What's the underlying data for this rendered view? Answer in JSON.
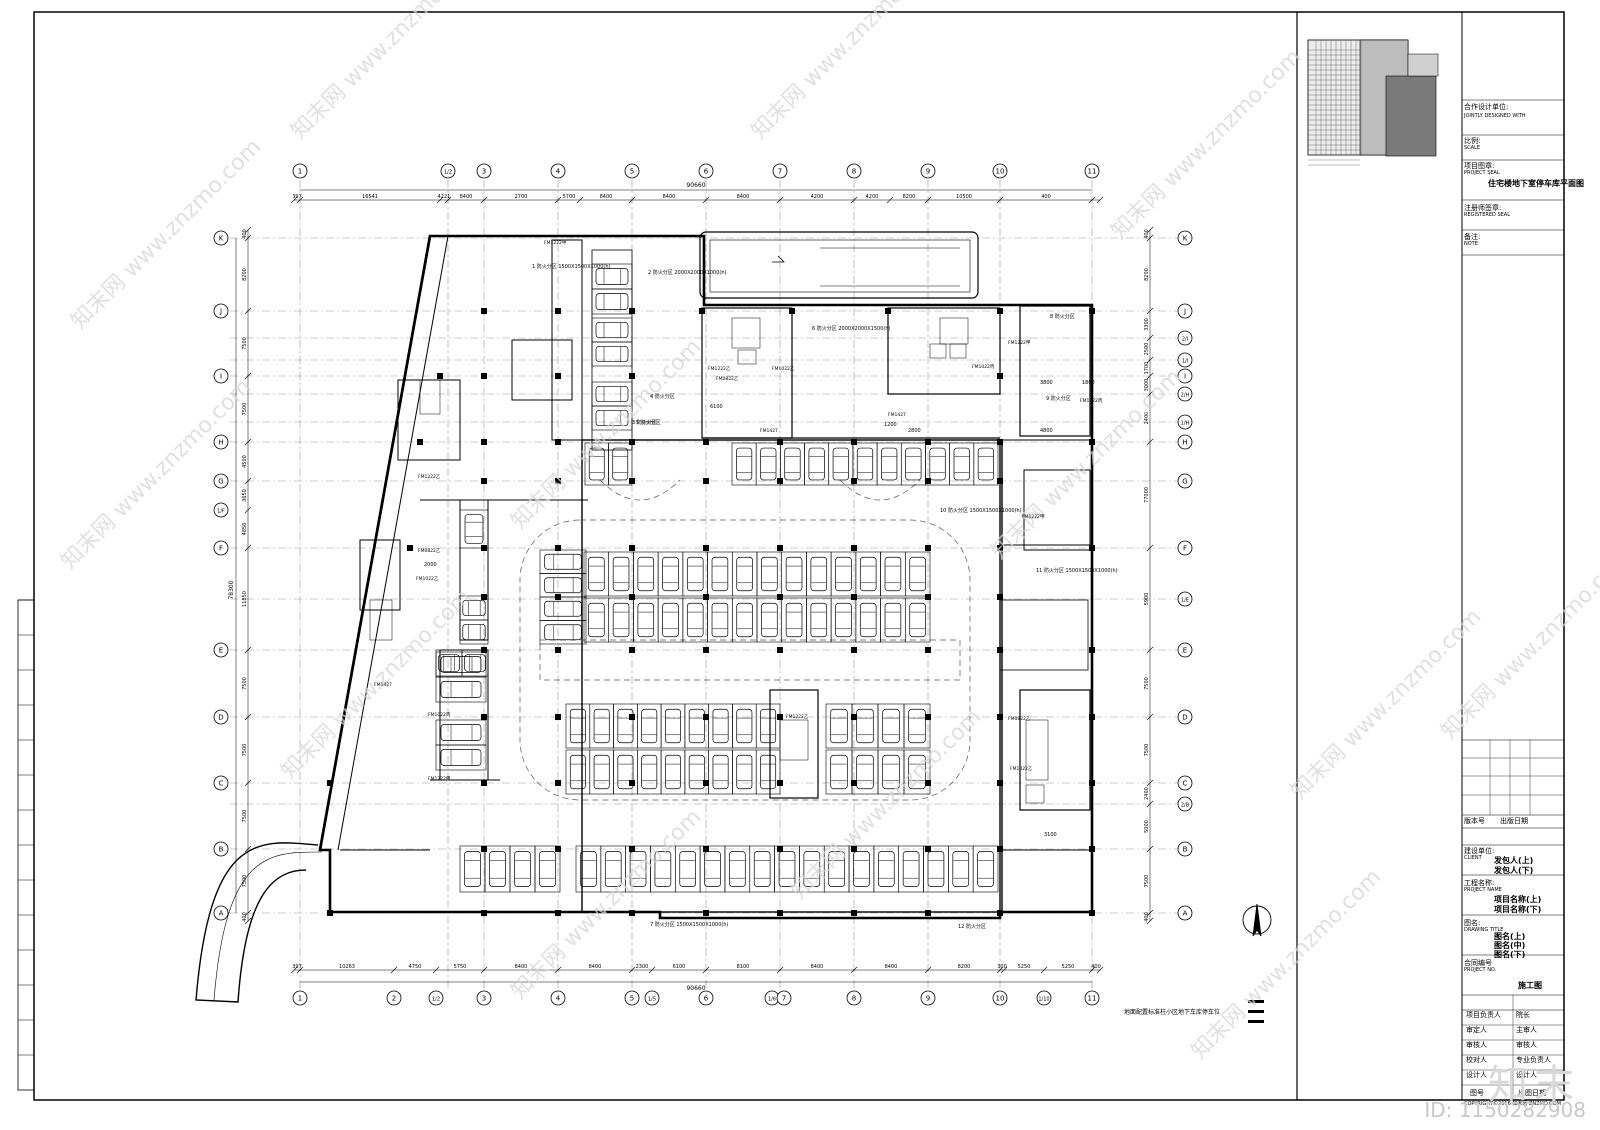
{
  "drawing": {
    "axes_top": [
      "1",
      "1/2",
      "3",
      "4",
      "5",
      "6",
      "7",
      "8",
      "9",
      "10",
      "11"
    ],
    "axes_bottom": [
      "1",
      "2",
      "1/2",
      "3",
      "4",
      "5",
      "1/5",
      "6",
      "1/6",
      "7",
      "8",
      "9",
      "10",
      "1/10",
      "11"
    ],
    "axes_left": [
      "K",
      "J",
      "I",
      "H",
      "G",
      "1/F",
      "F",
      "E",
      "D",
      "C",
      "B",
      "A"
    ],
    "axes_right": [
      "K",
      "J",
      "2/I",
      "1/I",
      "I",
      "2/H",
      "1/H",
      "H",
      "G",
      "F",
      "1/E",
      "E",
      "D",
      "C",
      "2/B",
      "B",
      "A"
    ],
    "dims_top": [
      "397",
      "16541",
      "4221",
      "8400",
      "2700",
      "5700",
      "8400",
      "8400",
      "8400",
      "4200",
      "4200",
      "8200",
      "10500",
      "400"
    ],
    "overall_top": "90660",
    "dims_bottom": [
      "397",
      "10263",
      "4750",
      "5750",
      "8400",
      "8400",
      "2300",
      "6100",
      "8100",
      "8400",
      "8400",
      "8200",
      "300",
      "5250",
      "5250",
      "400"
    ],
    "overall_bottom": "90660",
    "dims_left": [
      "400",
      "8200",
      "7500",
      "7500",
      "4500",
      "3650",
      "4850",
      "11850",
      "7500",
      "7500",
      "7500",
      "7500",
      "400"
    ],
    "overall_left": "78300",
    "dims_right": [
      "400",
      "8200",
      "3300",
      "2500",
      "1700",
      "3000",
      "2400",
      "77000",
      "5900",
      "7500",
      "7500",
      "2400",
      "5000",
      "7500",
      "400"
    ],
    "zones": [
      "1 防火分区 1500X1500X1000(h)",
      "2 防火分区 2000X2000X1000(h)",
      "3 防火分区",
      "4 防火分区",
      "5 防火分区",
      "6 防火分区 2000X2000X1500(h)",
      "7 防火分区 1500X1500X1000(h)",
      "8 防火分区",
      "9 防火分区",
      "10 防火分区 1500X1500X1000(h)",
      "11 防火分区 1500X1500X1000(h)",
      "12 防火分区"
    ],
    "doors": [
      "FM1222甲",
      "FM1222乙",
      "FM0822乙",
      "FM1022乙",
      "FM1427",
      "FM1022丙"
    ],
    "note": "地面配置标准柱小区地下车库停车位",
    "notes_extra": [
      "6100",
      "2800",
      "1200",
      "3800",
      "1800",
      "4800",
      "2000",
      "3100"
    ]
  },
  "title_block": {
    "design_unit": "合作设计单位:",
    "design_unit_en": "JOINTLY DESIGNED WITH",
    "scale_label": "比例:",
    "scale_en": "SCALE",
    "seal_label": "项目图章:",
    "seal_en": "PROJECT SEAL",
    "project_title": "住宅楼地下室停车库平面图",
    "reg_label": "注册师签章:",
    "reg_en": "REGISTERED SEAL",
    "remark_label": "备注:",
    "remark_en": "NOTE",
    "rev_label": "版本号",
    "rev_date": "出版日期",
    "owner_label": "建设单位:",
    "owner_en": "CLIENT",
    "owner_value": "发包人(上)\n发包人(下)",
    "project_label": "工程名称:",
    "project_en": "PROJECT NAME",
    "project_value": "项目名称(上)\n项目名称(下)",
    "drawing_label": "图名:",
    "drawing_en": "DRAWING TITLE",
    "drawing_value": "图名(上)\n图名(中)\n图名(下)",
    "contract_label": "合同编号",
    "contract_en": "PROJECT NO.",
    "roles": [
      "项目负责人",
      "审定人",
      "审核人",
      "校对人",
      "设计人"
    ],
    "roles_right": [
      "院长",
      "主审人",
      "审核人",
      "专业负责人",
      "设计人"
    ],
    "drawing_no": "出图日期",
    "sheet_no": "图号",
    "stage": "施工图",
    "copyright": "COPYRIGHT©2016 知末网 ZNZMO.COM"
  },
  "watermark": {
    "brand": "知末",
    "id_text": "ID: 1150282908",
    "url": "www.znzmo.com",
    "site_cn": "知末网"
  }
}
